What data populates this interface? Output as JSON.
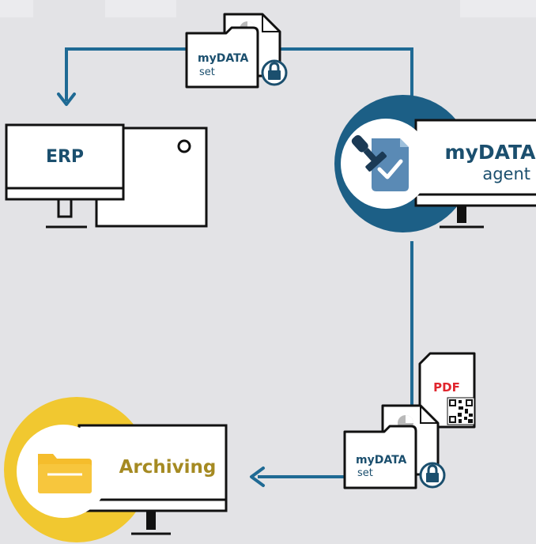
{
  "labels": {
    "erp": "ERP",
    "agent_title": "myDATA",
    "agent_sub": "agent",
    "archiving": "Archiving",
    "set_title_top": "myDATA",
    "set_sub_top": "set",
    "set_title_bottom": "myDATA",
    "set_sub_bottom": "set",
    "pdf": "PDF"
  },
  "colors": {
    "background": "#e3e3e6",
    "flow_line": "#1f6a94",
    "agent_circle": "#1c5f86",
    "agent_text": "#1b4f6e",
    "archive_circle": "#f1c830",
    "archive_text": "#a58a22",
    "folder": "#f5bd2c",
    "pdf_red": "#e0262e",
    "outline": "#111111"
  },
  "icons": {
    "agent": "stamp-document-icon",
    "archiving": "folder-icon",
    "lock": "lock-icon",
    "qr": "qr-code-icon",
    "pie": "pie-chart-icon"
  }
}
